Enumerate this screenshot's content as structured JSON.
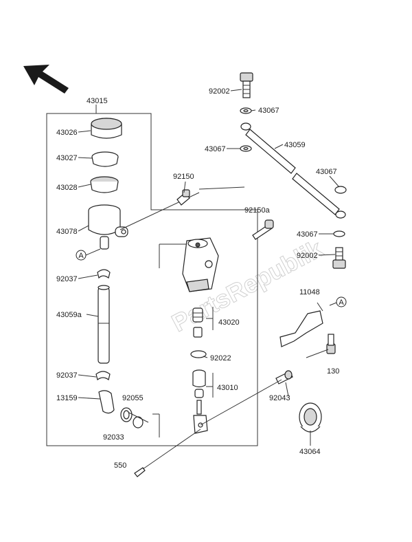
{
  "watermark": "PartsRepublik",
  "callout_marker": "A",
  "part_numbers": {
    "p43015": "43015",
    "p43026": "43026",
    "p43027": "43027",
    "p43028": "43028",
    "p43078": "43078",
    "p92037_top": "92037",
    "p43059a": "43059a",
    "p92037_bottom": "92037",
    "p13159": "13159",
    "p92055": "92055",
    "p92033": "92033",
    "p92150": "92150",
    "p92150a": "92150a",
    "p43020": "43020",
    "p92022": "92022",
    "p43010": "43010",
    "p92043": "92043",
    "p550": "550",
    "p92002_top": "92002",
    "p43067_1": "43067",
    "p43067_2": "43067",
    "p43059": "43059",
    "p43067_3": "43067",
    "p43067_4": "43067",
    "p92002_bottom": "92002",
    "p11048": "11048",
    "p130": "130",
    "p43064": "43064"
  }
}
